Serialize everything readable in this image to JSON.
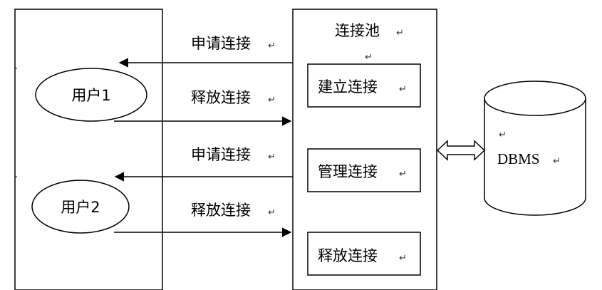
{
  "users": [
    {
      "label": "用户1"
    },
    {
      "label": "用户2"
    }
  ],
  "arrows": {
    "request_1": "申请连接",
    "release_1": "释放连接",
    "request_2": "申请连接",
    "release_2": "释放连接"
  },
  "pool": {
    "title": "连接池",
    "items": [
      "建立连接",
      "管理连接",
      "释放连接"
    ]
  },
  "database": {
    "label": "DBMS"
  },
  "para_mark": "↵"
}
